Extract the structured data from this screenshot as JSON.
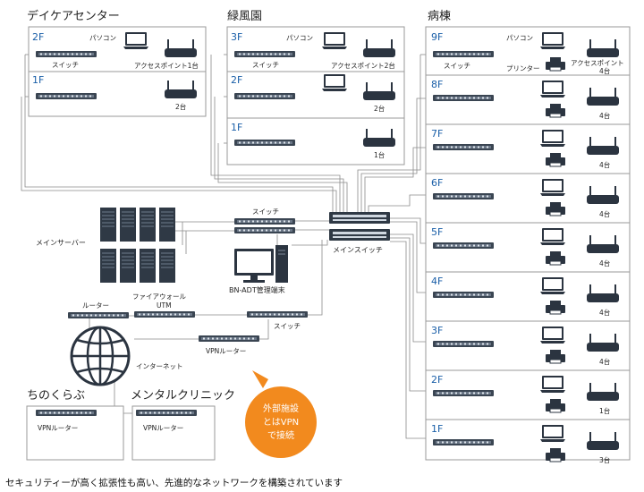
{
  "sections": {
    "daycare": {
      "title": "デイケアセンター",
      "floors": [
        {
          "label": "2F",
          "switch": "スイッチ",
          "pc": "パソコン",
          "ap": "アクセスポイント1台"
        },
        {
          "label": "1F",
          "count": "2台"
        }
      ]
    },
    "ryokufuen": {
      "title": "緑風園",
      "floors": [
        {
          "label": "3F",
          "switch": "スイッチ",
          "pc": "パソコン",
          "ap": "アクセスポイント2台"
        },
        {
          "label": "2F",
          "count": "2台"
        },
        {
          "label": "1F",
          "count": "1台"
        }
      ]
    },
    "ward": {
      "title": "病棟",
      "top": {
        "label": "9F",
        "switch": "スイッチ",
        "pc": "パソコン",
        "printer": "プリンター",
        "ap": "アクセスポイント",
        "count": "4台"
      },
      "floors": [
        {
          "label": "8F",
          "count": "4台"
        },
        {
          "label": "7F",
          "count": "4台"
        },
        {
          "label": "6F",
          "count": "4台"
        },
        {
          "label": "5F",
          "count": "4台"
        },
        {
          "label": "4F",
          "count": "4台"
        },
        {
          "label": "3F",
          "count": "4台"
        },
        {
          "label": "2F",
          "count": "1台"
        },
        {
          "label": "1F",
          "count": "3台"
        }
      ]
    }
  },
  "core": {
    "main_server": "メインサーバー",
    "switch": "スイッチ",
    "main_switch": "メインスイッチ",
    "terminal": "BN-ADT管理端末",
    "router": "ルーター",
    "firewall_line1": "ファイアウォール",
    "firewall_line2": "UTM",
    "switch2": "スイッチ",
    "vpn_router": "VPNルーター",
    "internet": "インターネット"
  },
  "remote": [
    {
      "title": "ちのくらぶ",
      "router": "VPNルーター"
    },
    {
      "title": "メンタルクリニック",
      "router": "VPNルーター"
    }
  ],
  "callout": {
    "line1": "外部施設",
    "line2": "とはVPN",
    "line3": "で接続"
  },
  "caption": "セキュリティーが高く拡張性も高い、先進的なネットワークを構築されています",
  "colors": {
    "accent_orange": "#f28a1e",
    "floor_label": "#1a5fa8",
    "device_dark": "#2b3440"
  }
}
